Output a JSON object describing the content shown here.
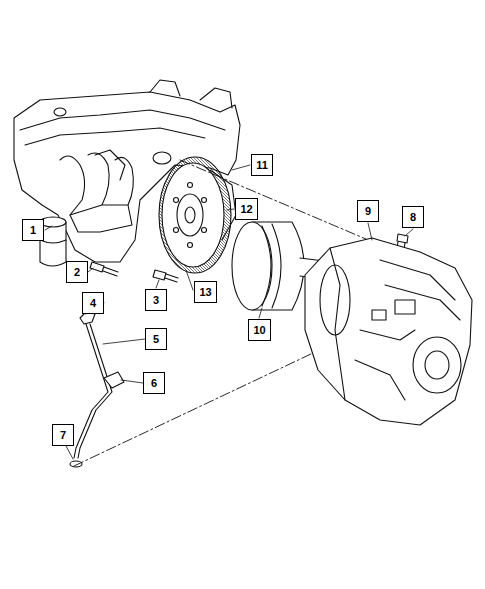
{
  "diagram": {
    "nodes": [
      {
        "text": [
          "11"
        ]
      },
      {
        "text": [
          "9"
        ]
      },
      {
        "text": [
          "12"
        ]
      },
      {
        "text": [
          "8"
        ]
      },
      {
        "text": [
          "1"
        ]
      },
      {
        "text": [
          "2"
        ]
      },
      {
        "text": [
          "13"
        ]
      },
      {
        "text": [
          "3"
        ]
      },
      {
        "text": [
          "4"
        ]
      },
      {
        "text": [
          "10"
        ]
      },
      {
        "text": [
          "5"
        ]
      },
      {
        "text": [
          "6"
        ]
      },
      {
        "text": [
          "7"
        ]
      }
    ]
  }
}
